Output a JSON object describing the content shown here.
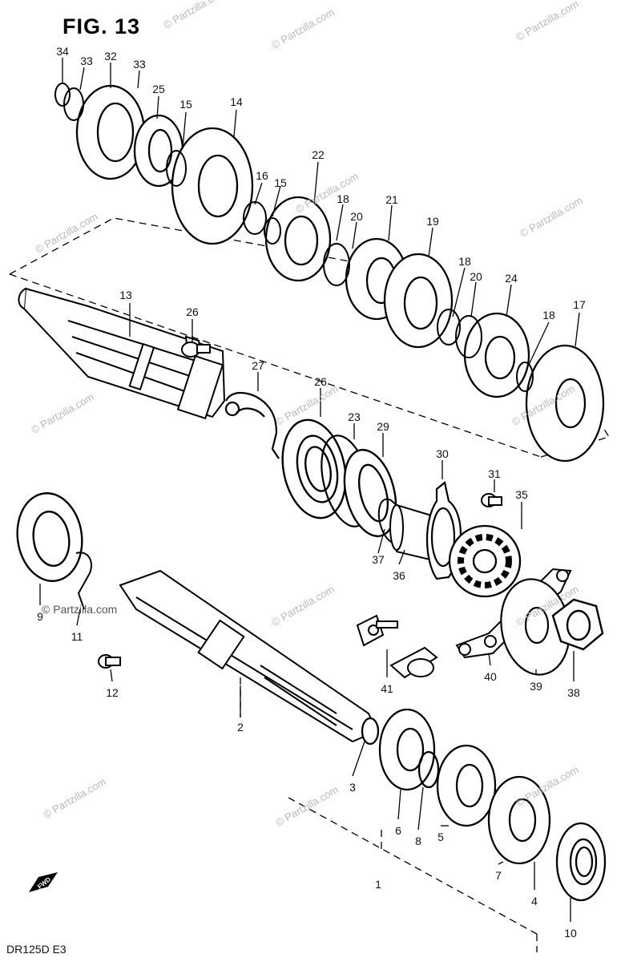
{
  "figure": {
    "title": "FIG. 13",
    "model_code": "DR125D  E3",
    "fwd_label": "FWD"
  },
  "watermark": {
    "text": "© Partzilla.com"
  },
  "colors": {
    "line": "#000000",
    "watermark": "#b9b9b9"
  },
  "callouts": [
    {
      "id": "1",
      "label": "1"
    },
    {
      "id": "2",
      "label": "2"
    },
    {
      "id": "3",
      "label": "3"
    },
    {
      "id": "4",
      "label": "4"
    },
    {
      "id": "5",
      "label": "5"
    },
    {
      "id": "6",
      "label": "6"
    },
    {
      "id": "7",
      "label": "7"
    },
    {
      "id": "8",
      "label": "8"
    },
    {
      "id": "9",
      "label": "9"
    },
    {
      "id": "10",
      "label": "10"
    },
    {
      "id": "11",
      "label": "11"
    },
    {
      "id": "12",
      "label": "12"
    },
    {
      "id": "13",
      "label": "13"
    },
    {
      "id": "14",
      "label": "14"
    },
    {
      "id": "15a",
      "label": "15"
    },
    {
      "id": "15b",
      "label": "15"
    },
    {
      "id": "16",
      "label": "16"
    },
    {
      "id": "17",
      "label": "17"
    },
    {
      "id": "18a",
      "label": "18"
    },
    {
      "id": "18b",
      "label": "18"
    },
    {
      "id": "18c",
      "label": "18"
    },
    {
      "id": "19",
      "label": "19"
    },
    {
      "id": "20a",
      "label": "20"
    },
    {
      "id": "20b",
      "label": "20"
    },
    {
      "id": "21",
      "label": "21"
    },
    {
      "id": "22",
      "label": "22"
    },
    {
      "id": "23",
      "label": "23"
    },
    {
      "id": "24",
      "label": "24"
    },
    {
      "id": "25",
      "label": "25"
    },
    {
      "id": "26a",
      "label": "26"
    },
    {
      "id": "26b",
      "label": "26"
    },
    {
      "id": "27",
      "label": "27"
    },
    {
      "id": "29",
      "label": "29"
    },
    {
      "id": "30",
      "label": "30"
    },
    {
      "id": "31",
      "label": "31"
    },
    {
      "id": "32",
      "label": "32"
    },
    {
      "id": "33a",
      "label": "33"
    },
    {
      "id": "33b",
      "label": "33"
    },
    {
      "id": "34",
      "label": "34"
    },
    {
      "id": "35",
      "label": "35"
    },
    {
      "id": "36",
      "label": "36"
    },
    {
      "id": "37",
      "label": "37"
    },
    {
      "id": "38",
      "label": "38"
    },
    {
      "id": "39",
      "label": "39"
    },
    {
      "id": "40",
      "label": "40"
    },
    {
      "id": "41",
      "label": "41"
    }
  ]
}
